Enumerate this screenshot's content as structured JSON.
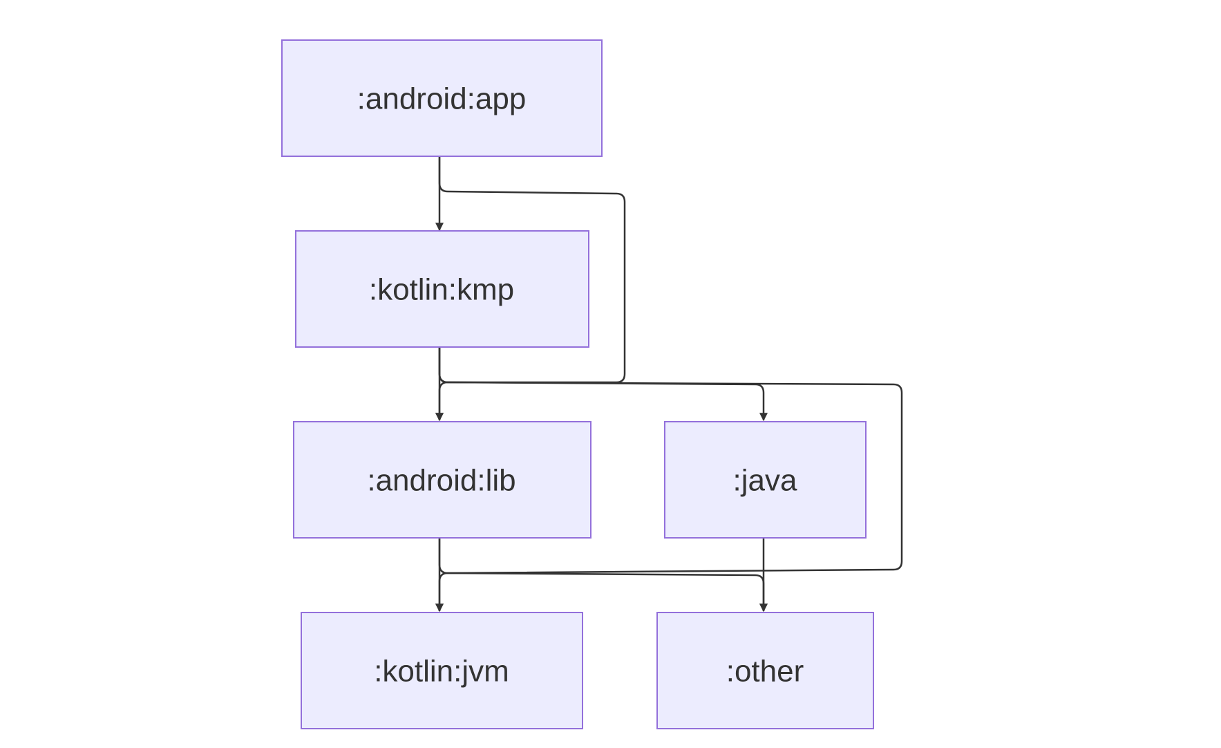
{
  "colors": {
    "node_fill": "#ECECFE",
    "node_stroke": "#9370DB",
    "edge": "#333333",
    "text": "#333333",
    "background": "#FFFFFF"
  },
  "nodes": [
    {
      "id": "android-app",
      "label": ":android:app"
    },
    {
      "id": "kotlin-kmp",
      "label": ":kotlin:kmp"
    },
    {
      "id": "android-lib",
      "label": ":android:lib"
    },
    {
      "id": "java",
      "label": ":java"
    },
    {
      "id": "kotlin-jvm",
      "label": ":kotlin:jvm"
    },
    {
      "id": "other",
      "label": ":other"
    }
  ],
  "edges": [
    {
      "from": "android-app",
      "to": "kotlin-kmp"
    },
    {
      "from": "android-app",
      "to": "android-lib"
    },
    {
      "from": "kotlin-kmp",
      "to": "android-lib"
    },
    {
      "from": "kotlin-kmp",
      "to": "java"
    },
    {
      "from": "kotlin-kmp",
      "to": "kotlin-jvm"
    },
    {
      "from": "android-lib",
      "to": "kotlin-jvm"
    },
    {
      "from": "android-lib",
      "to": "other"
    },
    {
      "from": "java",
      "to": "other"
    }
  ]
}
